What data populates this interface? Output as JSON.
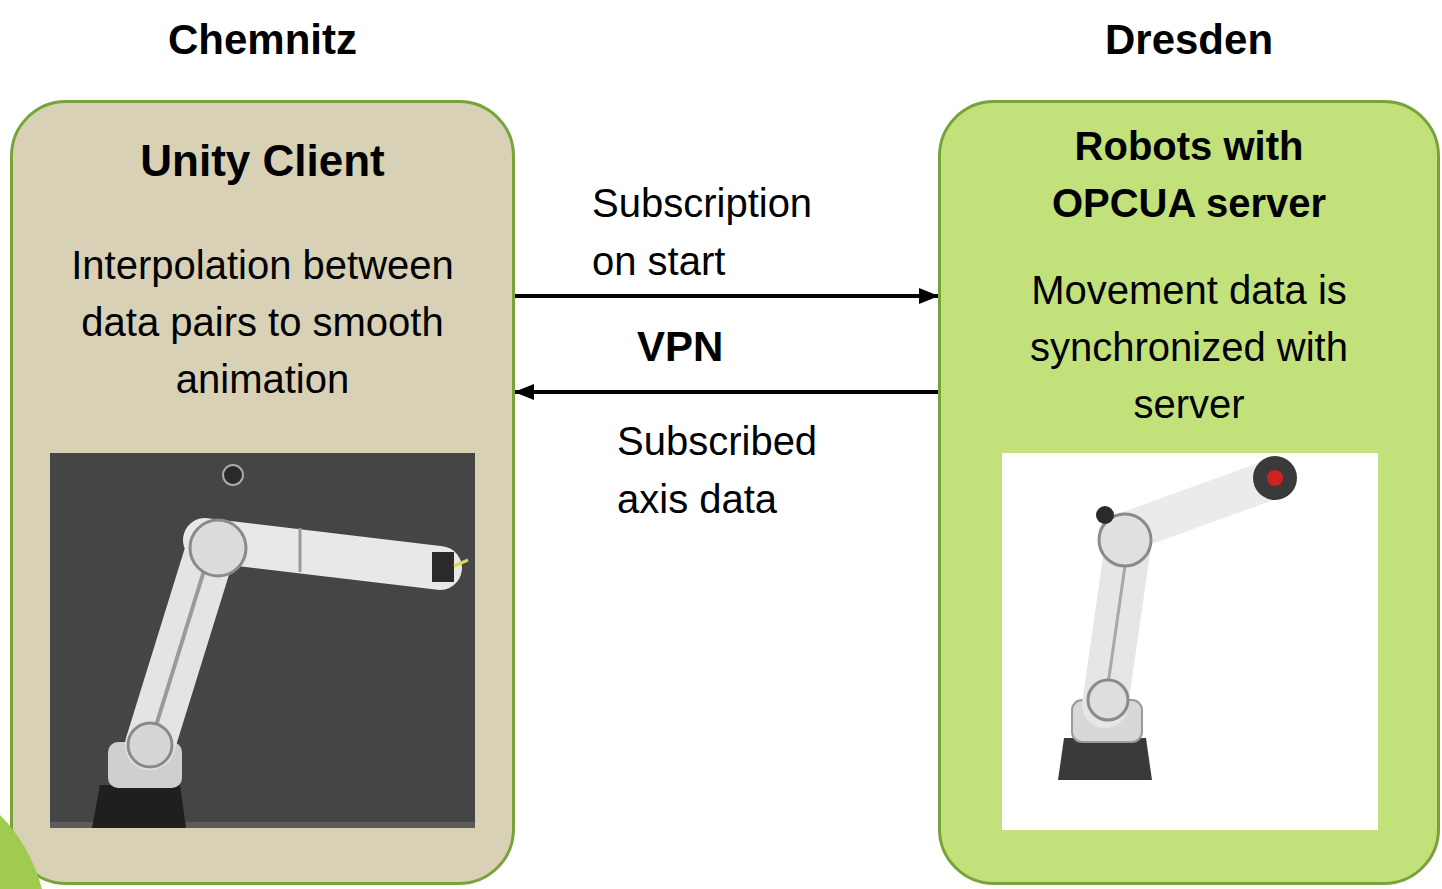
{
  "diagram": {
    "nodes": [
      {
        "text": [
          "Chemnitz",
          "Unity Client",
          "Interpolation between data pairs to smooth animation"
        ]
      },
      {
        "text": [
          "Dresden",
          "Robots with OPCUA server",
          "Movement data is synchronized with server"
        ]
      }
    ],
    "edges": [
      {
        "from": 0,
        "to": 1,
        "arrow": "to",
        "label": "Subscription on start"
      },
      {
        "from": 1,
        "to": 0,
        "arrow": "to",
        "label": "Subscribed axis data"
      }
    ],
    "labels": [
      "VPN"
    ]
  }
}
